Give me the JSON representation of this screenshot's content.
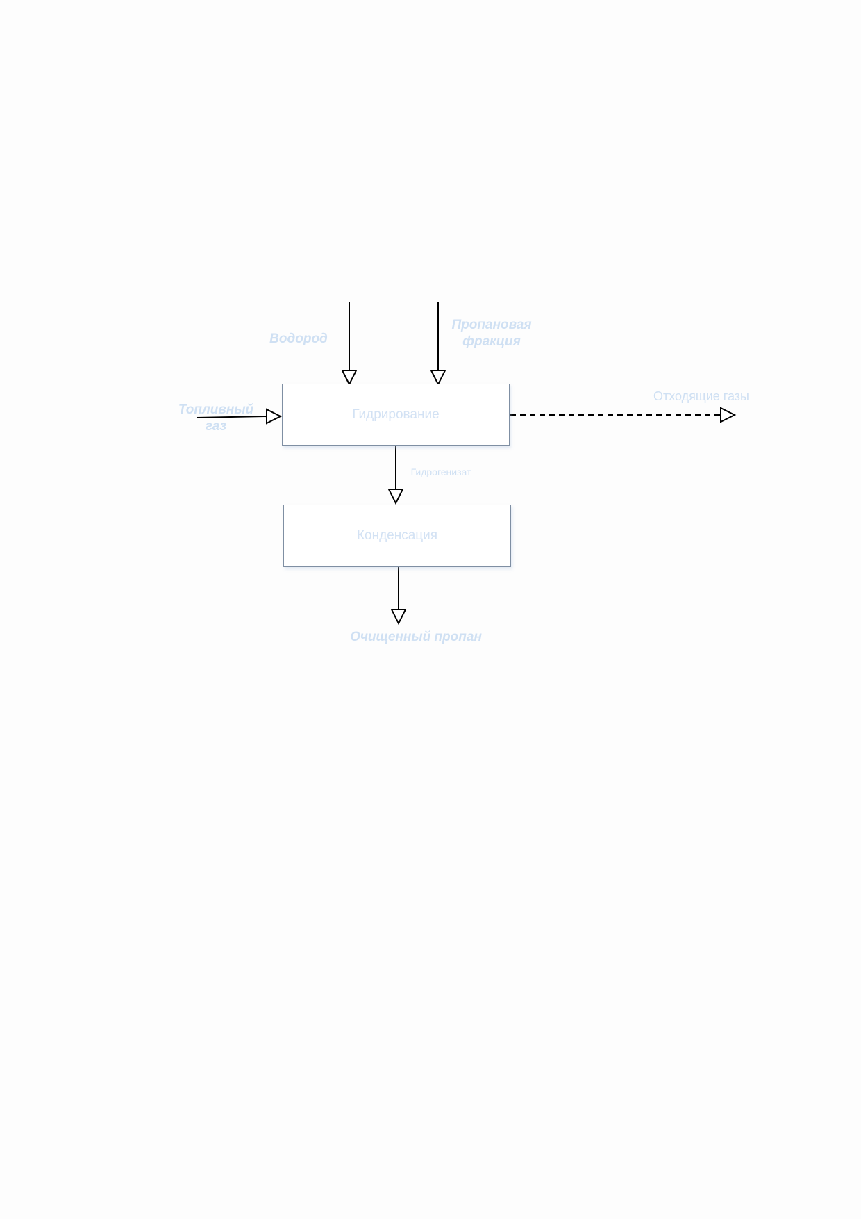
{
  "processes": {
    "hydrogenation": "Гидрирование",
    "condensation": "Конденсация"
  },
  "streams": {
    "hydrogen": "Водород",
    "propane_fraction_line1": "Пропановая",
    "propane_fraction_line2": "фракция",
    "fuel_gas_line1": "Топливный",
    "fuel_gas_line2": "газ",
    "off_gases": "Отходящие газы",
    "hydrogenate": "Гидрогенизат",
    "purified_propane": "Очищенный пропан"
  },
  "colors": {
    "label_text": "#cfe0f3",
    "box_border": "#7f8fa3",
    "arrow": "#000000"
  }
}
